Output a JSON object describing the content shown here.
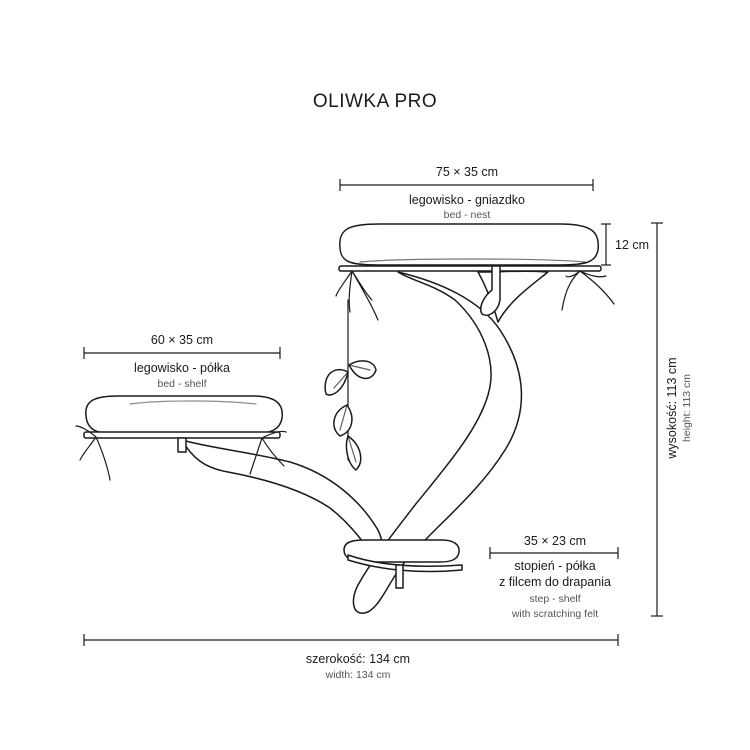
{
  "title": "OLIWKA PRO",
  "nest": {
    "size": "75 × 35 cm",
    "name_pl": "legowisko - gniazdko",
    "name_en": "bed - nest",
    "thickness": "12 cm"
  },
  "shelf": {
    "size": "60 × 35 cm",
    "name_pl": "legowisko - półka",
    "name_en": "bed - shelf"
  },
  "step": {
    "size": "35 × 23 cm",
    "name_pl_1": "stopień - półka",
    "name_pl_2": "z filcem do drapania",
    "name_en_1": "step - shelf",
    "name_en_2": "with scratching felt"
  },
  "height": {
    "label_pl": "wysokość: 113 cm",
    "label_en": "height: 113 cm"
  },
  "width": {
    "label_pl": "szerokość: 134 cm",
    "label_en": "width: 134 cm"
  },
  "colors": {
    "line": "#1a1a1a",
    "subtext": "#555555",
    "background": "#ffffff"
  }
}
